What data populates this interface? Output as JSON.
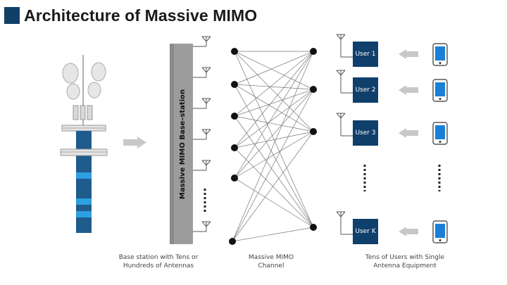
{
  "title": "Architecture of Massive MIMO",
  "base_station_label": "Massive MIMO Base–station",
  "users": [
    {
      "label": "User 1"
    },
    {
      "label": "User 2"
    },
    {
      "label": "User 3"
    },
    {
      "label": "User K"
    }
  ],
  "captions": {
    "base_station": [
      "Base station with Tens or",
      "Hundreds of Antennas"
    ],
    "channel": [
      "Massive MIMO",
      "Channel"
    ],
    "users": [
      "Tens of Users with Single",
      "Antenna Equipment"
    ]
  },
  "colors": {
    "title_accent": "#123f66",
    "user_box": "#0f3f6b",
    "tower_blue": "#1f5b8c",
    "tower_light": "#2e9fe0",
    "phone": "#1a7fd6",
    "base_station_panel": "#8a8a8a",
    "arrow": "#c8c8c8"
  },
  "icons": {
    "tower": "cell-tower-icon",
    "phone": "mobile-phone-icon",
    "antenna": "antenna-icon",
    "arrow": "arrow-right-icon"
  }
}
